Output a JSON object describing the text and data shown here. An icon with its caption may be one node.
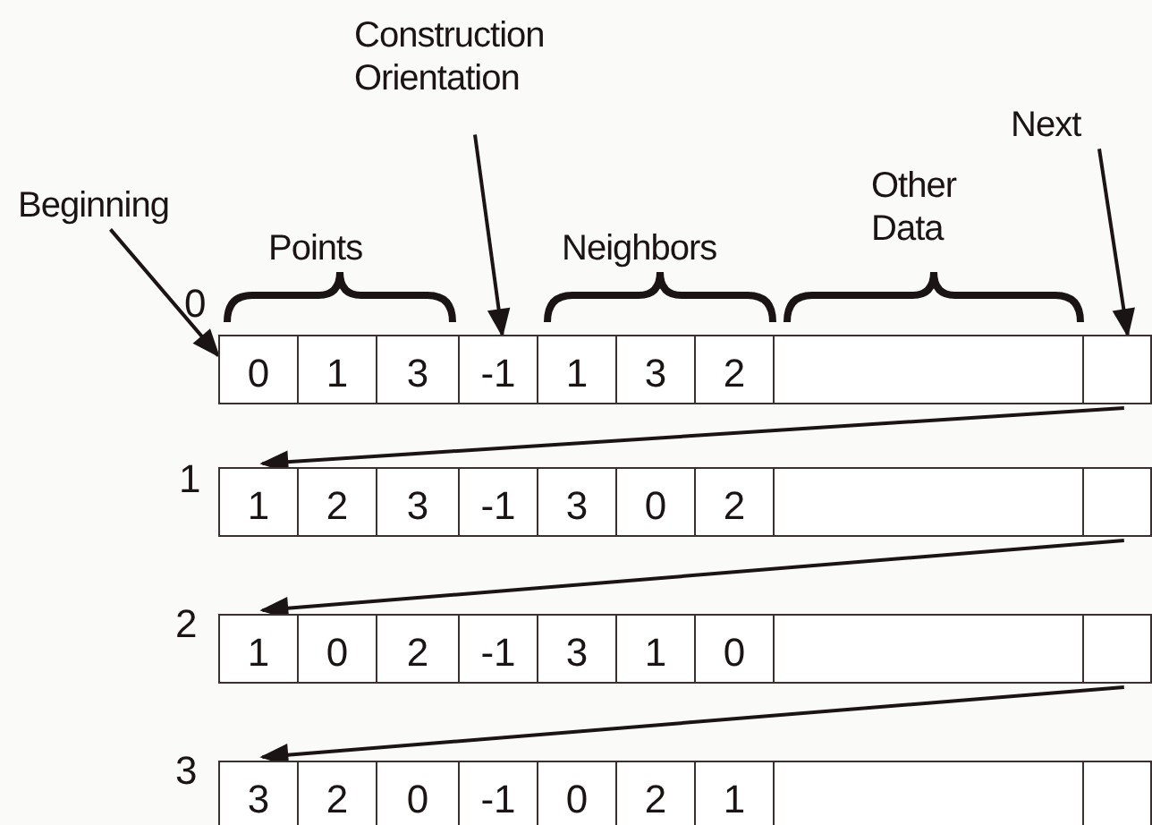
{
  "diagram": {
    "nodes": [
      {
        "text": [
          "Construction Orientation"
        ]
      },
      {
        "text": [
          "Next"
        ]
      },
      {
        "text": [
          "Beginning"
        ]
      },
      {
        "text": [
          "0"
        ]
      },
      {
        "text": [
          "1"
        ]
      },
      {
        "text": [
          "3"
        ]
      },
      {
        "text": [
          "-1"
        ]
      },
      {
        "text": [
          "1"
        ]
      },
      {
        "text": [
          "3"
        ]
      },
      {
        "text": [
          "2"
        ]
      },
      {
        "text": [],
        "shape": "box"
      },
      {
        "text": [],
        "shape": "box"
      },
      {
        "text": [
          "1"
        ]
      },
      {
        "text": [
          "2"
        ]
      },
      {
        "text": [
          "3"
        ]
      },
      {
        "text": [
          "-1"
        ]
      },
      {
        "text": [
          "3"
        ]
      },
      {
        "text": [
          "0"
        ]
      },
      {
        "text": [
          "2"
        ]
      },
      {
        "text": [],
        "shape": "box"
      },
      {
        "text": [],
        "shape": "box"
      },
      {
        "text": [
          "1"
        ]
      },
      {
        "text": [
          "0"
        ]
      },
      {
        "text": [
          "2"
        ]
      },
      {
        "text": [
          "-1"
        ]
      },
      {
        "text": [
          "3"
        ]
      },
      {
        "text": [
          "1"
        ]
      },
      {
        "text": [
          "0"
        ]
      },
      {
        "text": [],
        "shape": "box"
      },
      {
        "text": [],
        "shape": "box"
      },
      {
        "text": [
          "3"
        ]
      },
      {
        "text": [
          "2"
        ]
      },
      {
        "text": [
          "0"
        ]
      },
      {
        "text": [
          "-1"
        ]
      },
      {
        "text": [
          "0"
        ]
      },
      {
        "text": [
          "2"
        ]
      },
      {
        "text": [
          "1"
        ]
      },
      {
        "text": [],
        "shape": "box"
      },
      {
        "text": [],
        "shape": "box"
      }
    ],
    "edges": [
      {
        "from": 2,
        "to": 3,
        "arrow": "to"
      },
      {
        "from": 0,
        "to": 6,
        "arrow": "to"
      },
      {
        "from": 1,
        "to": 11,
        "arrow": "to"
      },
      {
        "from": 11,
        "to": 12,
        "arrow": "to"
      },
      {
        "from": 20,
        "to": 21,
        "arrow": "to"
      },
      {
        "from": 29,
        "to": 30,
        "arrow": "to"
      }
    ],
    "labels": [
      "Other Data",
      "Points",
      "Neighbors",
      "0",
      "1",
      "2",
      "3"
    ]
  }
}
